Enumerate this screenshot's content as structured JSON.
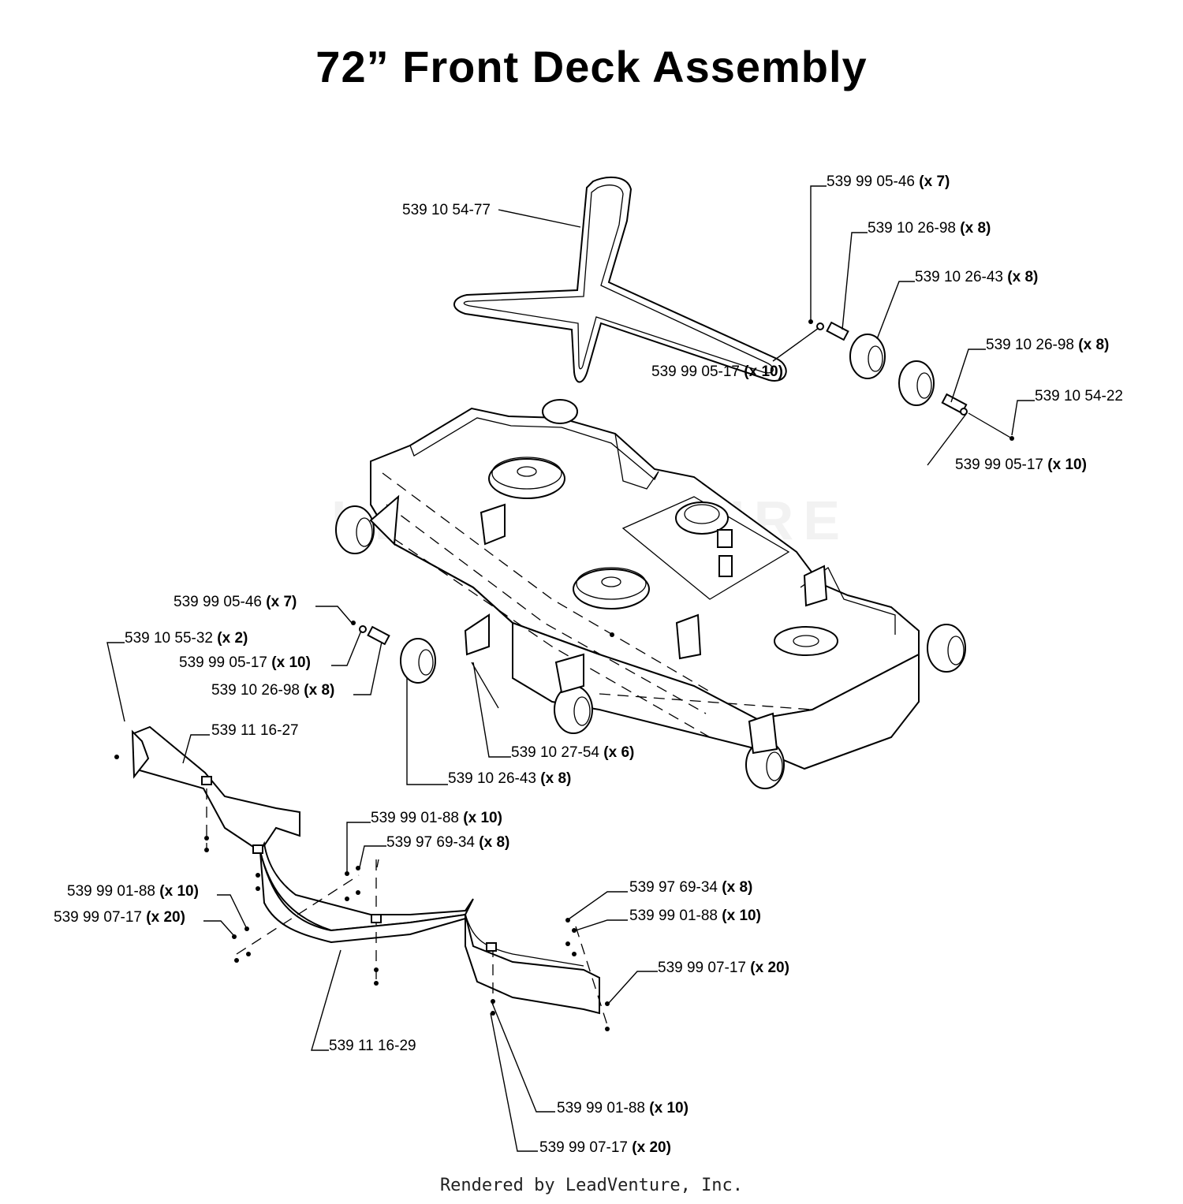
{
  "title": "72” Front Deck Assembly",
  "footer": "Rendered by LeadVenture, Inc.",
  "watermark": "LEADVENTURE",
  "callouts": [
    {
      "part": "539 10 54-77",
      "qty": ""
    },
    {
      "part": "539 99 05-46",
      "qty": "(x 7)"
    },
    {
      "part": "539 10 26-98",
      "qty": "(x 8)"
    },
    {
      "part": "539 10 26-43",
      "qty": "(x 8)"
    },
    {
      "part": "539 99 05-17",
      "qty": "(x 10)"
    },
    {
      "part": "539 10 26-98",
      "qty": "(x 8)"
    },
    {
      "part": "539 10 54-22",
      "qty": ""
    },
    {
      "part": "539 99 05-17",
      "qty": "(x 10)"
    },
    {
      "part": "539 99 05-46",
      "qty": "(x 7)"
    },
    {
      "part": "539 10 55-32",
      "qty": "(x 2)"
    },
    {
      "part": "539 99 05-17",
      "qty": "(x 10)"
    },
    {
      "part": "539 10 26-98",
      "qty": "(x 8)"
    },
    {
      "part": "539 11 16-27",
      "qty": ""
    },
    {
      "part": "539 10 27-54",
      "qty": "(x 6)"
    },
    {
      "part": "539 10 26-43",
      "qty": "(x 8)"
    },
    {
      "part": "539 99 01-88",
      "qty": "(x 10)"
    },
    {
      "part": "539 97 69-34",
      "qty": "(x 8)"
    },
    {
      "part": "539 99 01-88",
      "qty": "(x 10)"
    },
    {
      "part": "539 99 07-17",
      "qty": "(x 20)"
    },
    {
      "part": "539 97 69-34",
      "qty": "(x 8)"
    },
    {
      "part": "539 99 01-88",
      "qty": "(x 10)"
    },
    {
      "part": "539 99 07-17",
      "qty": "(x 20)"
    },
    {
      "part": "539 11 16-29",
      "qty": ""
    },
    {
      "part": "539 99 01-88",
      "qty": "(x 10)"
    },
    {
      "part": "539 99 07-17",
      "qty": "(x 20)"
    }
  ]
}
